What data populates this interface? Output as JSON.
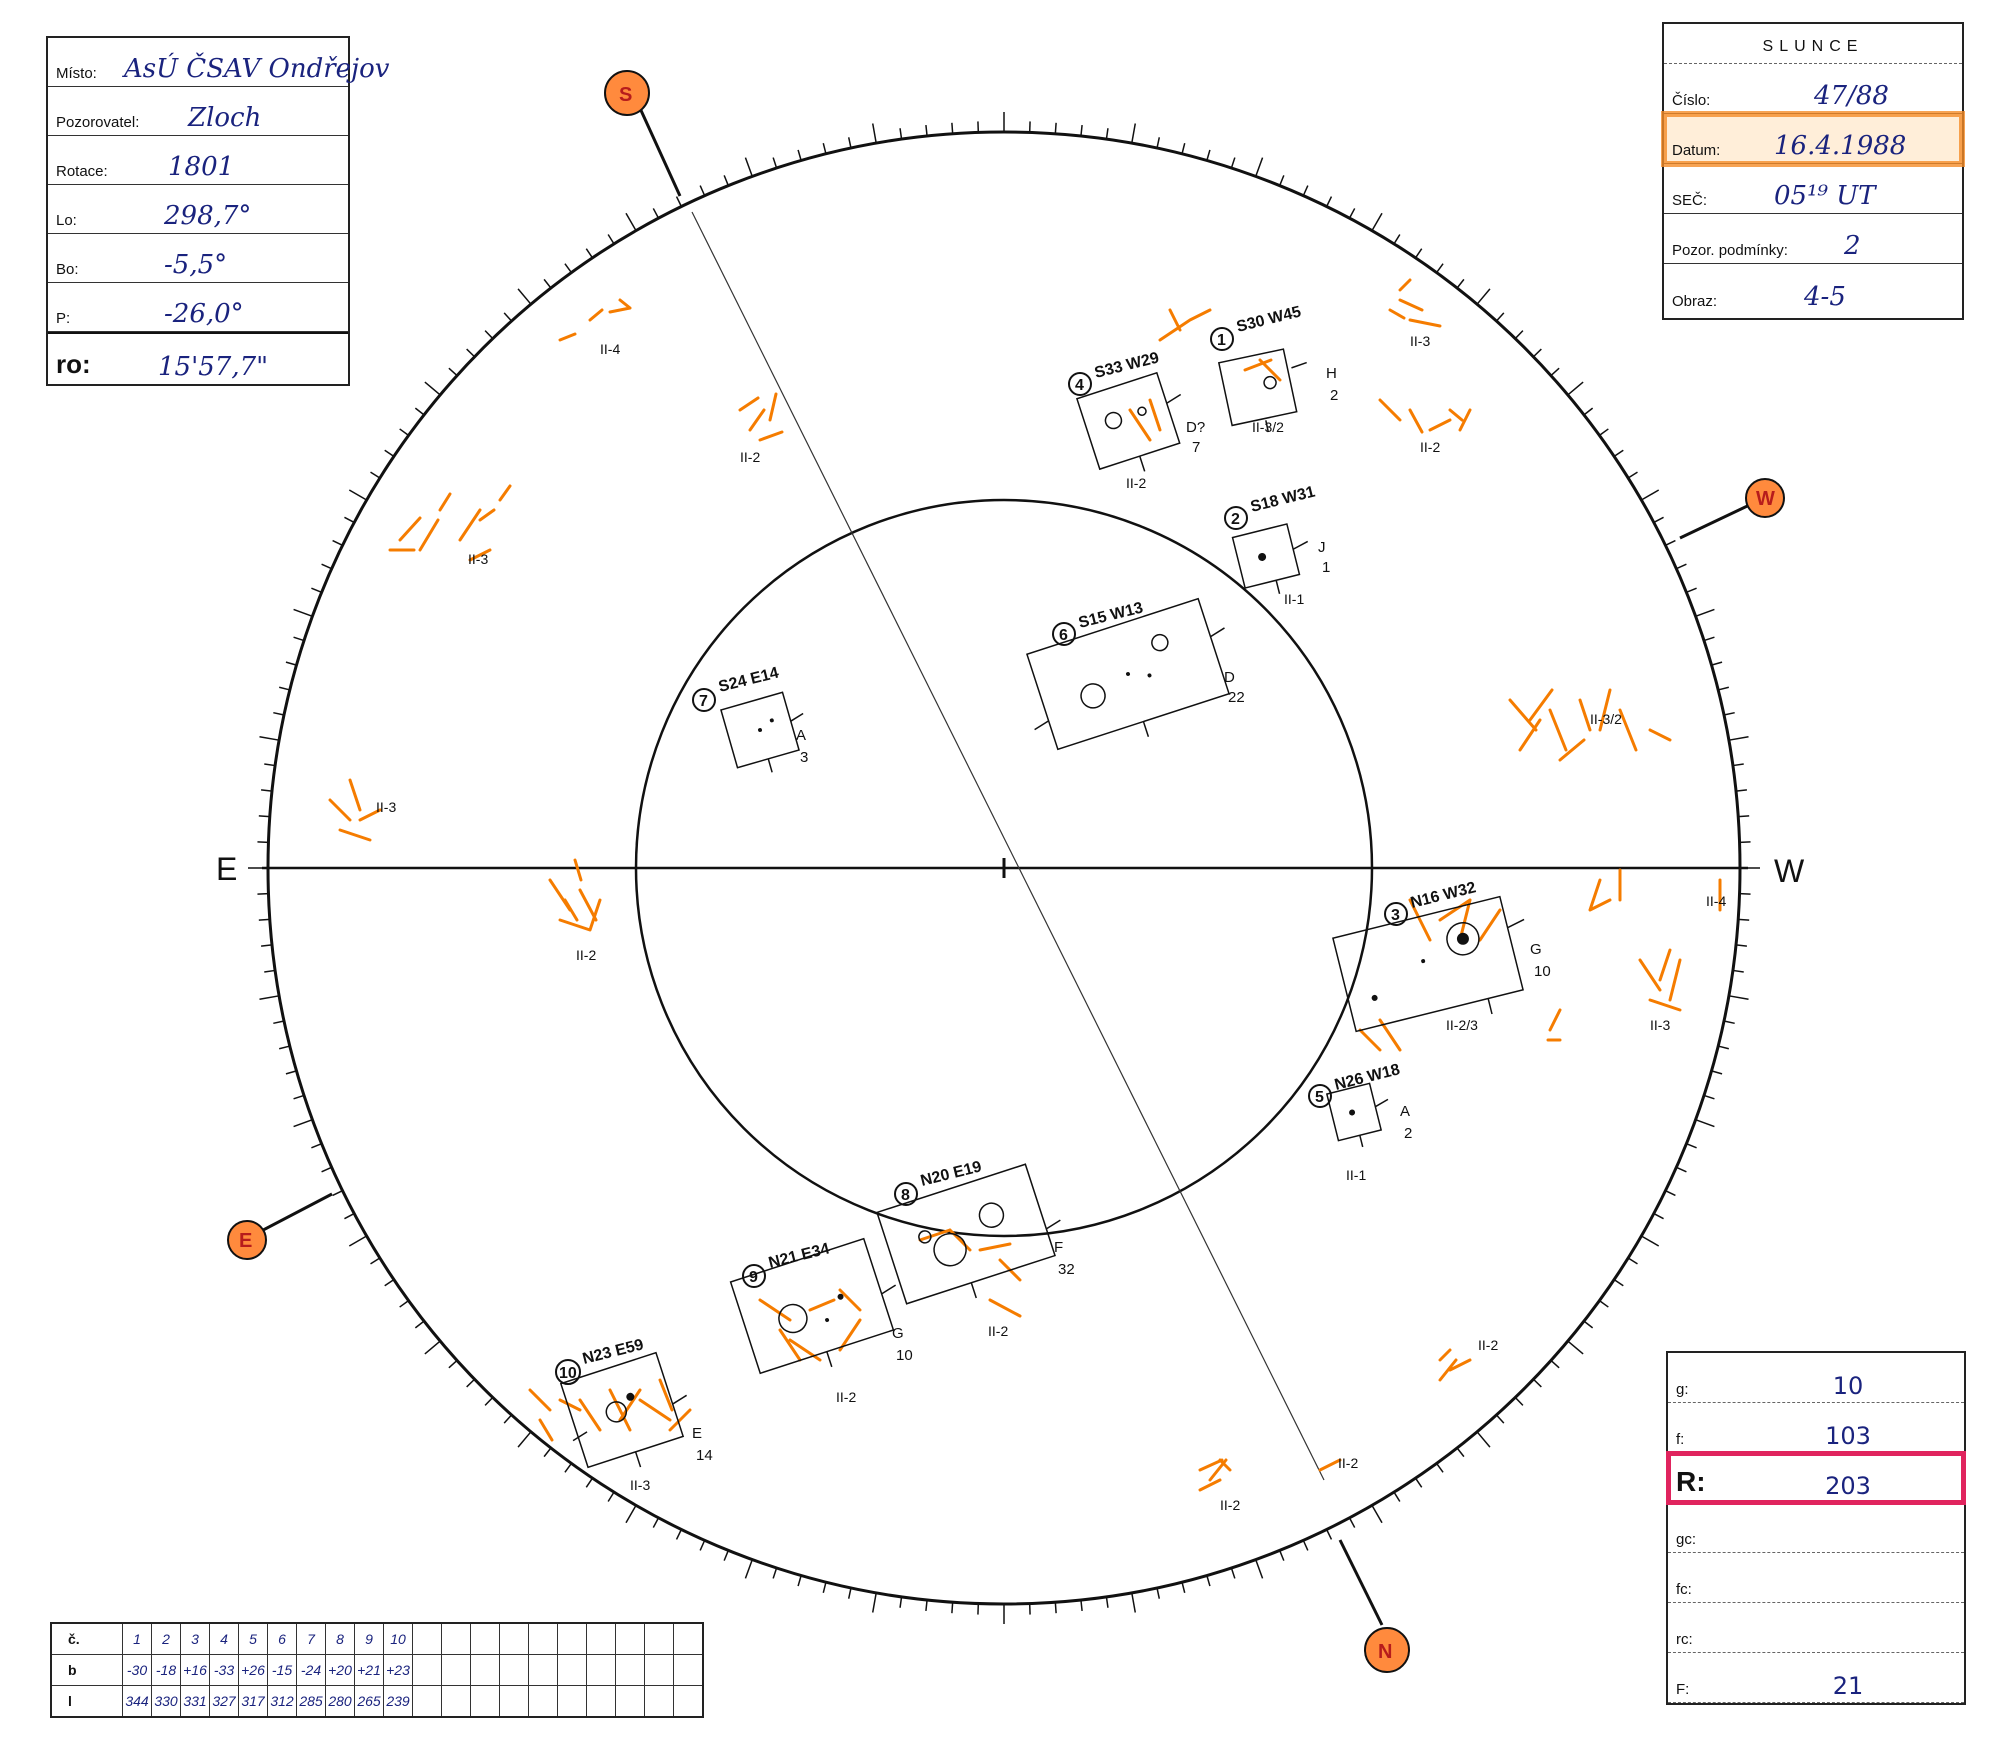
{
  "info": {
    "misto_label": "Místo:",
    "misto": "AsÚ ČSAV Ondřejov",
    "pozorovatel_label": "Pozorovatel:",
    "pozorovatel": "Zloch",
    "rotace_label": "Rotace:",
    "rotace": "1801",
    "lo_label": "Lo:",
    "lo": "298,7°",
    "bo_label": "Bo:",
    "bo": "-5,5°",
    "p_label": "P:",
    "p": "-26,0°",
    "ro_label": "ro:",
    "ro": "15'57,7\""
  },
  "sun": {
    "title": "SLUNCE",
    "cislo_label": "Číslo:",
    "cislo": "47/88",
    "datum_label": "Datum:",
    "datum": "16.4.1988",
    "sec_label": "SEČ:",
    "sec": "05¹⁹ UT",
    "podminky_label": "Pozor. podmínky:",
    "podminky": "2",
    "obraz_label": "Obraz:",
    "obraz": "4-5"
  },
  "stats": {
    "g_label": "g:",
    "g": "10",
    "f_label": "f:",
    "f": "103",
    "r_label": "R:",
    "r": "203",
    "gc_label": "gc:",
    "gc": "",
    "fc_label": "fc:",
    "fc": "",
    "rc_label": "rc:",
    "rc": "",
    "ff_label": "F:",
    "ff": "21"
  },
  "directions": {
    "east": "E",
    "west": "W",
    "south_marker": "S",
    "west_marker": "W",
    "east_marker": "E",
    "north_marker": "N"
  },
  "groups": [
    {
      "num": "1",
      "pos": "S30 W45",
      "cls": "H",
      "count": "2",
      "fac": "II-3/2"
    },
    {
      "num": "2",
      "pos": "S18 W31",
      "cls": "J",
      "count": "1",
      "fac": "II-1"
    },
    {
      "num": "3",
      "pos": "N16 W32",
      "cls": "G",
      "count": "10",
      "fac": "II-2/3"
    },
    {
      "num": "4",
      "pos": "S33 W29",
      "cls": "D?",
      "count": "7",
      "fac": "II-2"
    },
    {
      "num": "5",
      "pos": "N26 W18",
      "cls": "A",
      "count": "2",
      "fac": "II-1"
    },
    {
      "num": "6",
      "pos": "S15 W13",
      "cls": "D",
      "count": "22",
      "fac": ""
    },
    {
      "num": "7",
      "pos": "S24 E14",
      "cls": "A",
      "count": "3",
      "fac": ""
    },
    {
      "num": "8",
      "pos": "N20 E19",
      "cls": "F",
      "count": "32",
      "fac": "II-2"
    },
    {
      "num": "9",
      "pos": "N21 E34",
      "cls": "G",
      "count": "10",
      "fac": "II-2"
    },
    {
      "num": "10",
      "pos": "N23 E59",
      "cls": "E",
      "count": "14",
      "fac": "II-3"
    }
  ],
  "faculae": [
    "II-4",
    "II-2",
    "II-3",
    "II-3",
    "II-2",
    "II-3",
    "II-2",
    "II-3/2",
    "II-4",
    "II-3",
    "II-2",
    "II-2",
    "II-2"
  ],
  "table": {
    "header_c": "č.",
    "header_b": "b",
    "header_l": "l",
    "c": [
      "1",
      "2",
      "3",
      "4",
      "5",
      "6",
      "7",
      "8",
      "9",
      "10"
    ],
    "b": [
      "-30",
      "-18",
      "+16",
      "-33",
      "+26",
      "-15",
      "-24",
      "+20",
      "+21",
      "+23"
    ],
    "l": [
      "344",
      "330",
      "331",
      "327",
      "317",
      "312",
      "285",
      "280",
      "265",
      "239"
    ]
  },
  "colors": {
    "ink": "#1a237e",
    "facula": "#f57c00",
    "marker": "#ff8a3d",
    "highlight_r": "#e0245e"
  }
}
